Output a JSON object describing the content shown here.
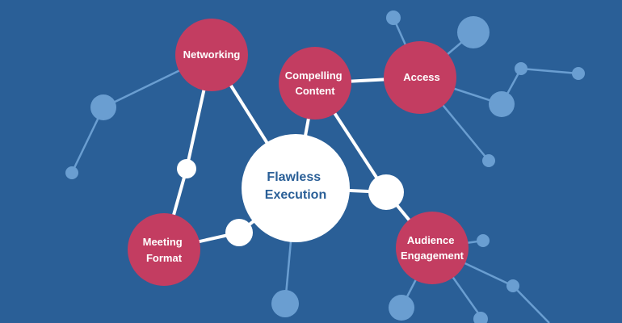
{
  "nodes": {
    "networking": {
      "label": "Networking"
    },
    "compelling_content": {
      "line1": "Compelling",
      "line2": "Content"
    },
    "access": {
      "label": "Access"
    },
    "flawless_execution": {
      "line1": "Flawless",
      "line2": "Execution"
    },
    "meeting_format": {
      "line1": "Meeting",
      "line2": "Format"
    },
    "audience_engagement": {
      "line1": "Audience",
      "line2": "Engagement"
    }
  },
  "colors": {
    "background": "#2a5f97",
    "concept_node": "#c33d61",
    "hub_node": "#ffffff",
    "white_link": "#ffffff",
    "decor_node": "#6a9ed1",
    "decor_link": "#6a9ed1"
  }
}
